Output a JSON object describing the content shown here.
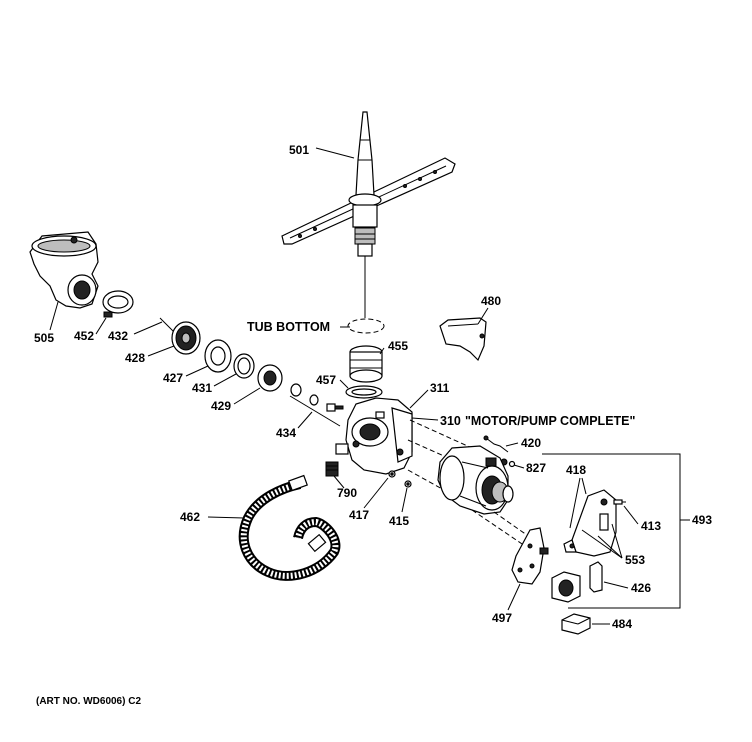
{
  "diagram": {
    "labels": {
      "p501": "501",
      "p505": "505",
      "p452": "452",
      "p432": "432",
      "p428": "428",
      "p427": "427",
      "p431": "431",
      "p429": "429",
      "p434": "434",
      "p480": "480",
      "p455": "455",
      "p457": "457",
      "p311": "311",
      "p310": "310",
      "p420": "420",
      "p827": "827",
      "p418": "418",
      "p413": "413",
      "p493": "493",
      "p553": "553",
      "p426": "426",
      "p484": "484",
      "p497": "497",
      "p790": "790",
      "p417": "417",
      "p415": "415",
      "p462": "462"
    },
    "tub_bottom": "TUB BOTTOM",
    "motor_pump": "\"MOTOR/PUMP COMPLETE\"",
    "art_no": "(ART NO. WD6006) C2"
  }
}
